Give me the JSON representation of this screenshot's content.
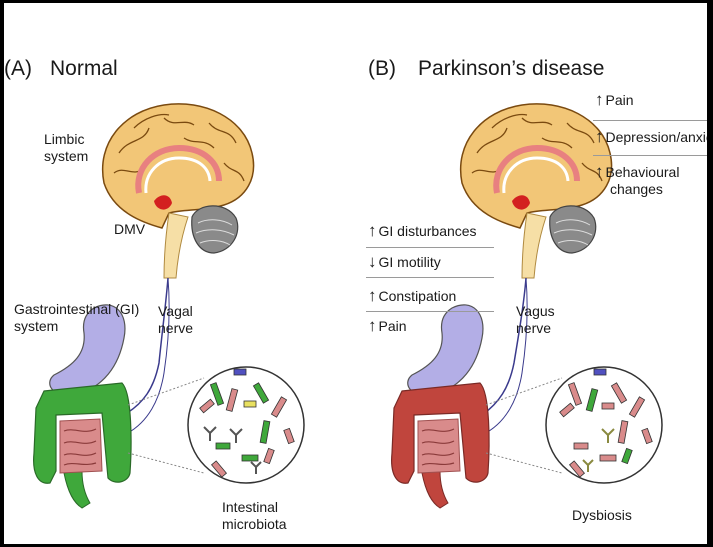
{
  "panel_a": {
    "letter": "(A)",
    "title": "Normal",
    "labels": {
      "limbic_1": "Limbic",
      "limbic_2": "system",
      "dmv": "DMV",
      "gi_1": "Gastrointestinal (GI)",
      "gi_2": "system",
      "vagal_1": "Vagal",
      "vagal_2": "nerve",
      "microbiota_1": "Intestinal",
      "microbiota_2": "microbiota"
    }
  },
  "panel_b": {
    "letter": "(B)",
    "title": "Parkinson’s disease",
    "brain_effects": [
      {
        "direction": "↑",
        "text": "Pain"
      },
      {
        "direction": "↑",
        "text": "Depression/anxiety"
      },
      {
        "direction": "↑",
        "text": "Behavioural",
        "text2": "changes"
      }
    ],
    "gut_effects": [
      {
        "direction": "↑",
        "text": "GI disturbances"
      },
      {
        "direction": "↓",
        "text": "GI motility"
      },
      {
        "direction": "↑",
        "text": "Constipation"
      },
      {
        "direction": "↑",
        "text": "Pain"
      }
    ],
    "labels": {
      "vagus_1": "Vagus",
      "vagus_2": "nerve",
      "dysbiosis": "Dysbiosis"
    }
  },
  "colors": {
    "brain": "#f2c677",
    "brainstem": "#f6dfa6",
    "cerebellum": "#8a8a8a",
    "limbic_red": "#d32020",
    "stomach": "#b3aee6",
    "intestine_normal": "#3fa83b",
    "intestine_pd": "#c0453d",
    "small_intestine": "#d98b8b",
    "nerve": "#3a3a8c",
    "dotted": "#888888"
  }
}
